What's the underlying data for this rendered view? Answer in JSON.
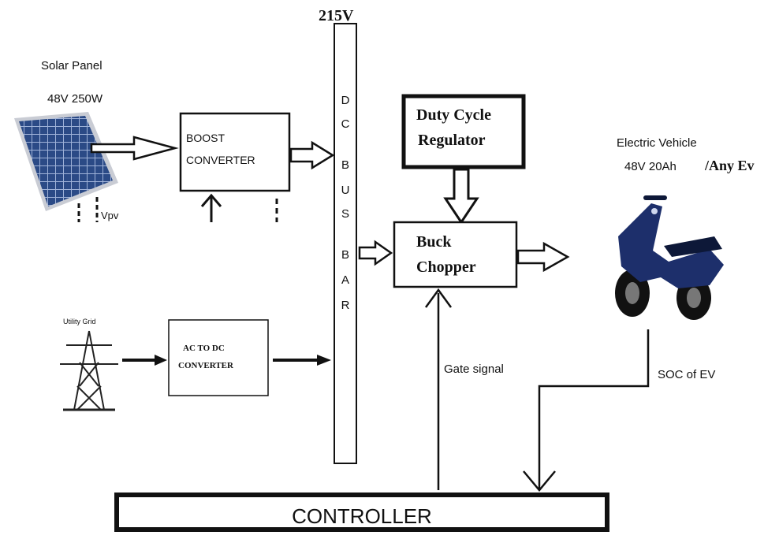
{
  "solar": {
    "title": "Solar Panel",
    "rating": "48V 250W",
    "vpv_label": "Vpv"
  },
  "boost": {
    "line1": "BOOST",
    "line2": "CONVERTER"
  },
  "dcbus": {
    "voltage": "215V",
    "letters": [
      "D",
      "C",
      "B",
      "U",
      "S",
      "B",
      "A",
      "R"
    ]
  },
  "duty": {
    "line1": "Duty Cycle",
    "line2": "Regulator"
  },
  "buck": {
    "line1": "Buck",
    "line2": "Chopper"
  },
  "ev": {
    "title": "Electric Vehicle",
    "rating": "48V 20Ah",
    "any": "/Any Ev"
  },
  "grid": {
    "label": "Utility Grid"
  },
  "acdc": {
    "line1": "AC TO DC",
    "line2": "CONVERTER"
  },
  "signals": {
    "gate": "Gate signal",
    "soc": "SOC of EV"
  },
  "controller": {
    "label": "CONTROLLER"
  },
  "colors": {
    "stroke": "#111111",
    "panel": "#2b4a86",
    "panel_frame": "#c9ccd4",
    "tower": "#222222",
    "scooter": "#1d2f6b"
  }
}
